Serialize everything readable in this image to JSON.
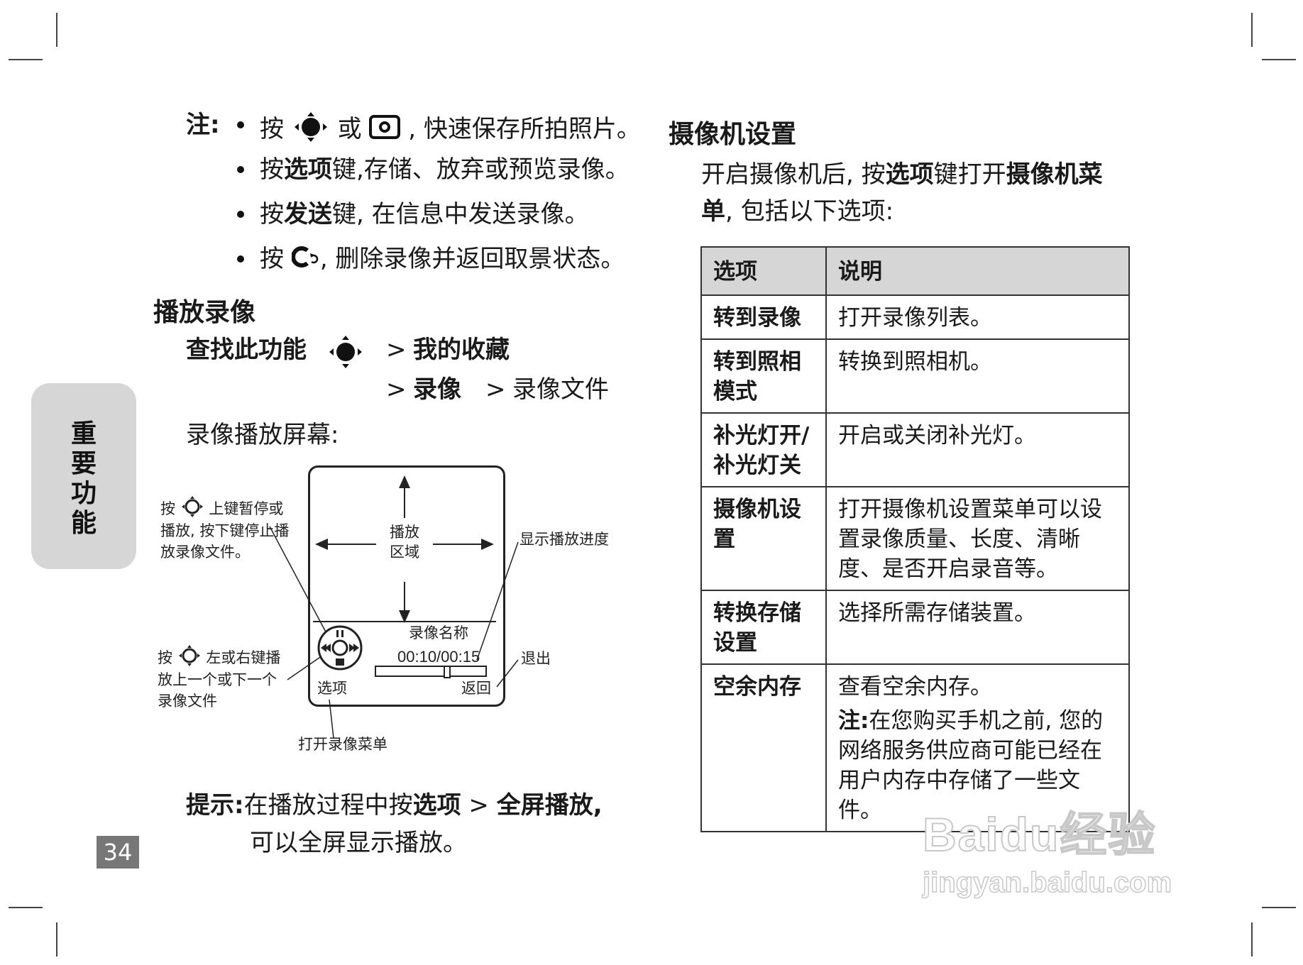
{
  "note": {
    "label": "注:",
    "bullets": [
      {
        "pre": "按",
        "mid": "或",
        "post": ", 快速保存所拍照片。"
      },
      {
        "pre": "按",
        "bold": "选项",
        "post": "键,存储、放弃或预览录像。"
      },
      {
        "pre": "按",
        "bold": "发送",
        "post": "键, 在信息中发送录像。"
      },
      {
        "pre": "按",
        "post": ", 删除录像并返回取景状态。"
      }
    ]
  },
  "playback": {
    "title": "播放录像",
    "find_label": "查找此功能",
    "path1_sep": ">",
    "path1_item": "我的收藏",
    "path2_sep1": ">",
    "path2_item1": "录像",
    "path2_sep2": ">",
    "path2_item2": "录像文件",
    "screen_label": "录像播放屏幕:"
  },
  "diagram": {
    "callout_nav_prefix": "按",
    "callout_nav_line1": "上键暂停或",
    "callout_nav_line2": "播放, 按下键停止播",
    "callout_nav_line3": "放录像文件。",
    "callout_lr_prefix": "按",
    "callout_lr_line1": "左或右键播",
    "callout_lr_line2": "放上一个或下一个",
    "callout_lr_line3": "录像文件",
    "callout_progress": "显示播放进度",
    "callout_exit": "退出",
    "callout_menu": "打开录像菜单",
    "area_line1": "播放",
    "area_line2": "区域",
    "video_name": "录像名称",
    "time": "00:10/00:15",
    "progress_fraction": 0.667,
    "softkey_left": "选项",
    "softkey_right": "返回"
  },
  "tip": {
    "label": "提示:",
    "text_a": "在播放过程中按",
    "bold_a": "选项",
    "sep": ">",
    "bold_b": "全屏播放",
    "comma": ",",
    "line2": "可以全屏显示播放。"
  },
  "camera": {
    "title": "摄像机设置",
    "intro_a": "开启摄像机后, 按",
    "intro_b": "选项",
    "intro_c": "键打开",
    "intro_d": "摄像机菜",
    "intro_e": "单",
    "intro_f": ", 包括以下选项:",
    "table_headers": [
      "选项",
      "说明"
    ],
    "rows": [
      {
        "option": "转到录像",
        "desc": "打开录像列表。"
      },
      {
        "option": "转到照相模式",
        "desc": "转换到照相机。"
      },
      {
        "option": "补光灯开/补光灯关",
        "desc": "开启或关闭补光灯。"
      },
      {
        "option": "摄像机设置",
        "desc": "打开摄像机设置菜单可以设置录像质量、长度、清晰度、是否开启录音等。"
      },
      {
        "option": "转换存储设置",
        "desc": "选择所需存储装置。"
      },
      {
        "option": "空余内存",
        "desc": "查看空余内存。",
        "note_label": "注:",
        "note_text": "在您购买手机之前, 您的网络服务供应商可能已经在用户内存中存储了一些文件。"
      }
    ]
  },
  "side_tab": {
    "chars": [
      "重",
      "要",
      "功",
      "能"
    ]
  },
  "page_number": "34",
  "watermark": {
    "logo": "Baidu经验",
    "url": "jingyan.baidu.com"
  }
}
